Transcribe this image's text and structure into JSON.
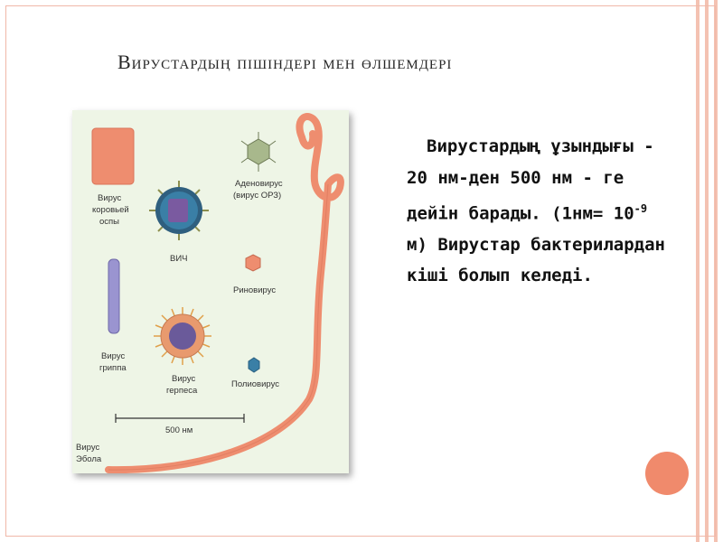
{
  "slide": {
    "title": "Вирустардың пішіндері мен өлшемдері",
    "body_part1": "Вирустардың ұзындығы - 20 нм-ден 500 нм - ге дейін барады. (1нм= 10",
    "body_sup": "-9",
    "body_part2": " м) Вирустар бактерилардан кіші болып келеді."
  },
  "figure": {
    "labels": {
      "vaccinia_1": "Вирус",
      "vaccinia_2": "коровьей",
      "vaccinia_3": "оспы",
      "hiv": "ВИЧ",
      "adeno_1": "Аденовирус",
      "adeno_2": "(вирус ОРЗ)",
      "rhino": "Риновирус",
      "flu_1": "Вирус",
      "flu_2": "гриппа",
      "herpes_1": "Вирус",
      "herpes_2": "герпеса",
      "polio": "Полиовирус",
      "scale": "500 нм",
      "ebola_1": "Вирус",
      "ebola_2": "Эбола"
    }
  },
  "colors": {
    "accent": "#f08a6c",
    "frame": "#f0b8a8",
    "figure_bg": "#eef5e6",
    "virus_salmon": "#ee8d6f"
  }
}
